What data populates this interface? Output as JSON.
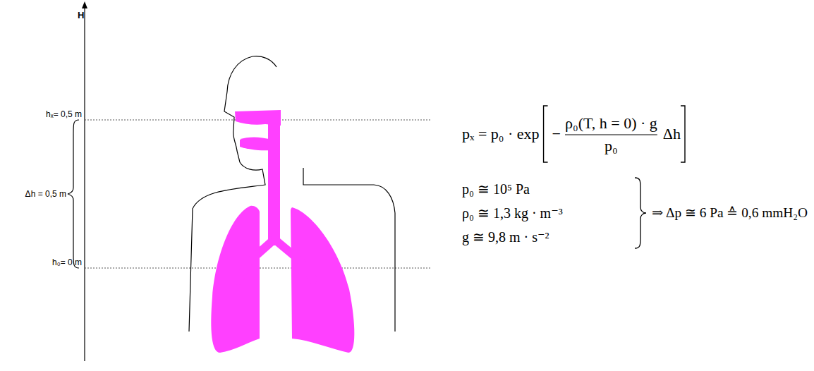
{
  "diagram": {
    "labels": [
      "H",
      "hₓ= 0,5 m",
      "Δh = 0,5 m",
      "h₀= 0 m",
      "pₓ = p₀ · exp",
      "−",
      "ρ₀(T, h = 0) · g",
      "p₀",
      "Δh",
      "p₀ ≅ 10⁵ Pa",
      "ρ₀ ≅ 1,3 kg · m⁻³",
      "g ≅ 9,8 m · s⁻²",
      "⇒ Δp ≅ 6 Pa ≙ 0,6 mmH₂O"
    ]
  }
}
